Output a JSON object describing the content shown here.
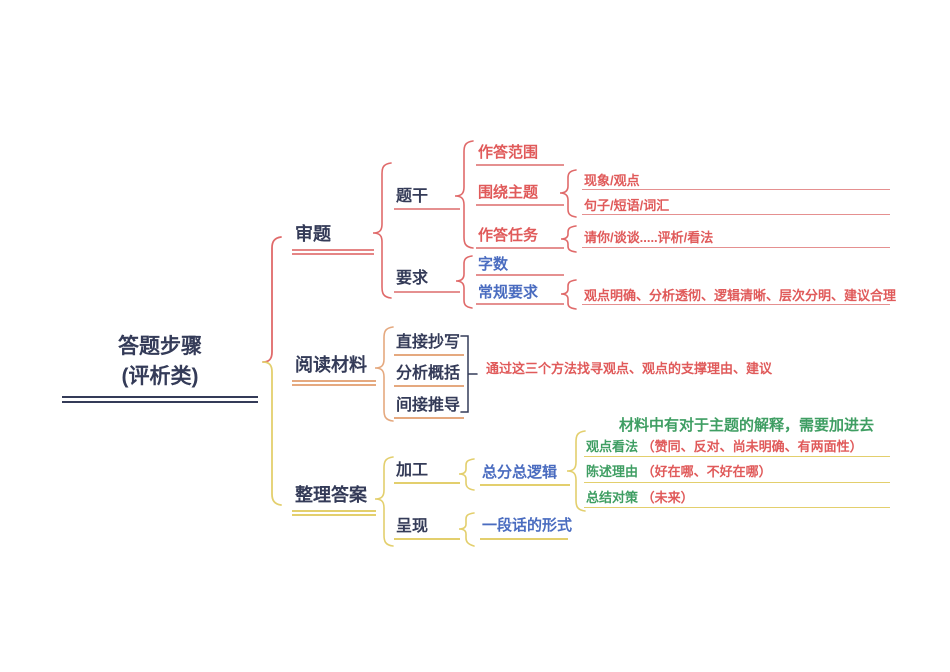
{
  "title": "答题步骤(评析类) 思维导图",
  "root": {
    "line1": "答题步骤",
    "line2": "(评析类)"
  },
  "branches": [
    {
      "label": "审题",
      "children": [
        {
          "label": "题干",
          "children": [
            {
              "label": "作答范围",
              "children": []
            },
            {
              "label": "围绕主题",
              "children": [
                {
                  "label": "现象/观点"
                },
                {
                  "label": "句子/短语/词汇"
                }
              ]
            },
            {
              "label": "作答任务",
              "children": [
                {
                  "label": "请你/谈谈.....评析/看法"
                }
              ]
            }
          ]
        },
        {
          "label": "要求",
          "children": [
            {
              "label": "字数",
              "children": []
            },
            {
              "label": "常规要求",
              "children": [
                {
                  "label": "观点明确、分析透彻、逻辑清晰、层次分明、建议合理"
                }
              ]
            }
          ]
        }
      ]
    },
    {
      "label": "阅读材料",
      "children": [
        {
          "label": "直接抄写"
        },
        {
          "label": "分析概括"
        },
        {
          "label": "间接推导"
        }
      ],
      "note": "通过这三个方法找寻观点、观点的支撑理由、建议"
    },
    {
      "label": "整理答案",
      "children": [
        {
          "label": "加工",
          "children": [
            {
              "label": "总分总逻辑",
              "annotation": "材料中有对于主题的解释，需要加进去",
              "children": [
                {
                  "head": "观点看法",
                  "tail": " （赞同、反对、尚未明确、有两面性）"
                },
                {
                  "head": "陈述理由",
                  "tail": " （好在哪、不好在哪）"
                },
                {
                  "head": "总结对策",
                  "tail": " （未来）"
                }
              ]
            }
          ]
        },
        {
          "label": "呈现",
          "children": [
            {
              "label": "一段话的形式"
            }
          ]
        }
      ]
    }
  ],
  "colors": {
    "navy_text": "#343b58",
    "red_text": "#e05a5a",
    "pink_line": "#e59090",
    "red_brace": "#e06a6a",
    "blue_text": "#4a6cc0",
    "orange_line": "#e5a97f",
    "gold_line": "#e3cf6d",
    "green_text": "#3f9e63",
    "background": "#ffffff"
  }
}
